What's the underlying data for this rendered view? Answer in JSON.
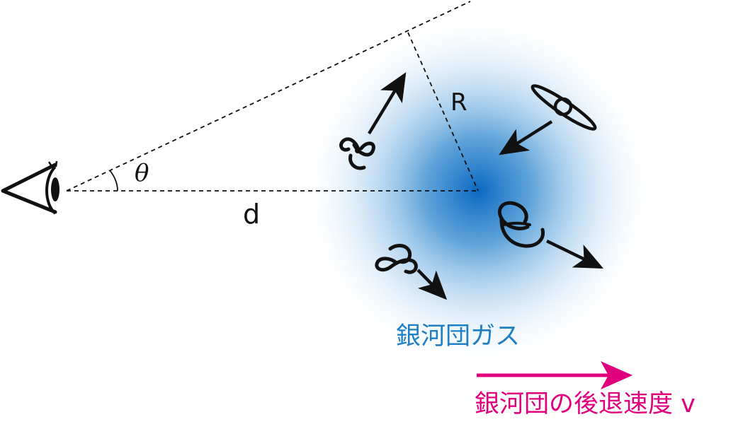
{
  "labels": {
    "distance": "d",
    "radius": "R",
    "angle": "θ",
    "cluster_gas": "銀河団ガス",
    "recession_velocity": "銀河団の後退速度 v"
  },
  "colors": {
    "gas_center": "#0b68c2",
    "gas_label": "#1e7fc4",
    "velocity": "#e0007e",
    "ink": "#111111"
  },
  "icons": {
    "observer": "eye-icon",
    "galaxies": [
      "spiral-galaxy-icon",
      "edge-on-galaxy-icon",
      "spiral-galaxy-icon",
      "spiral-galaxy-icon"
    ]
  }
}
